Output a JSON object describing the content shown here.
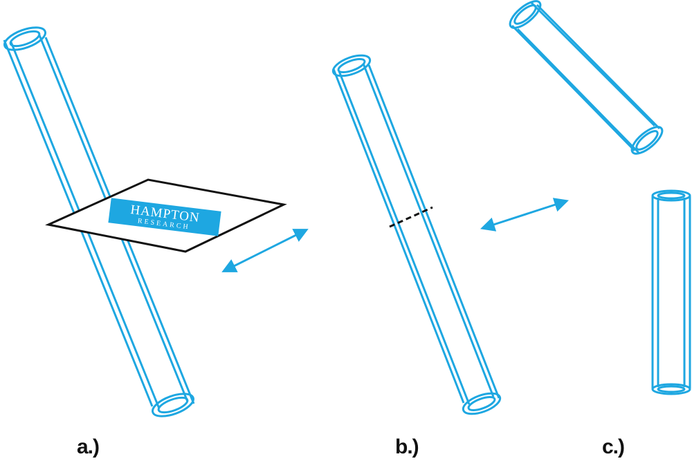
{
  "colors": {
    "tube": "#1ea7e1",
    "arrow": "#1ea7e1",
    "paper_outline": "#111111",
    "cut_line": "#111111",
    "logo_bg": "#1ea7e1",
    "logo_text": "#ffffff",
    "label": "#111111"
  },
  "panels": {
    "a": {
      "label": "a.)"
    },
    "b": {
      "label": "b.)"
    },
    "c": {
      "label": "c.)"
    }
  },
  "logo": {
    "line1": "HAMPTON",
    "line2": "RESEARCH"
  },
  "icons": {
    "double_arrow": "double-headed-arrow",
    "cut_marker": "dashed-cut-line"
  }
}
